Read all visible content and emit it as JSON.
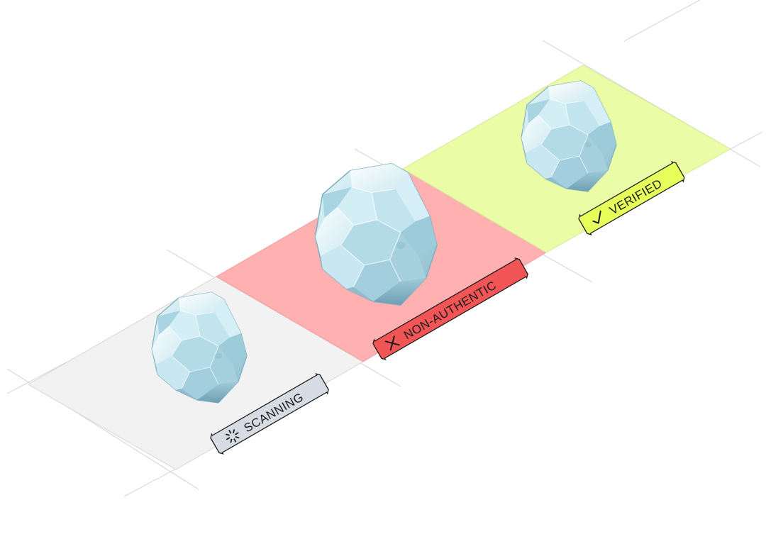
{
  "colors": {
    "background": "#ffffff",
    "grid_line": "#d9d9d9",
    "tile_scanning": "#f2f2f2",
    "tile_non_authentic": "#ffb0b0",
    "tile_verified": "#eafca6",
    "tag_scanning_fill": "#d7dbe3",
    "tag_non_authentic_fill": "#f25555",
    "tag_verified_fill": "#e6ff5a",
    "tag_border": "#1c1c1c",
    "gem_light": "#e6f6fb",
    "gem_mid": "#b6dfea",
    "gem_dark": "#8cc2d3",
    "gem_shadow": "#6f9fb2"
  },
  "stations": [
    {
      "status": "scanning",
      "label": "SCANNING",
      "icon": "spinner-icon"
    },
    {
      "status": "non-authentic",
      "label": "NON-AUTHENTIC",
      "icon": "x-mark-icon"
    },
    {
      "status": "verified",
      "label": "VERIFIED",
      "icon": "checkmark-icon"
    }
  ]
}
